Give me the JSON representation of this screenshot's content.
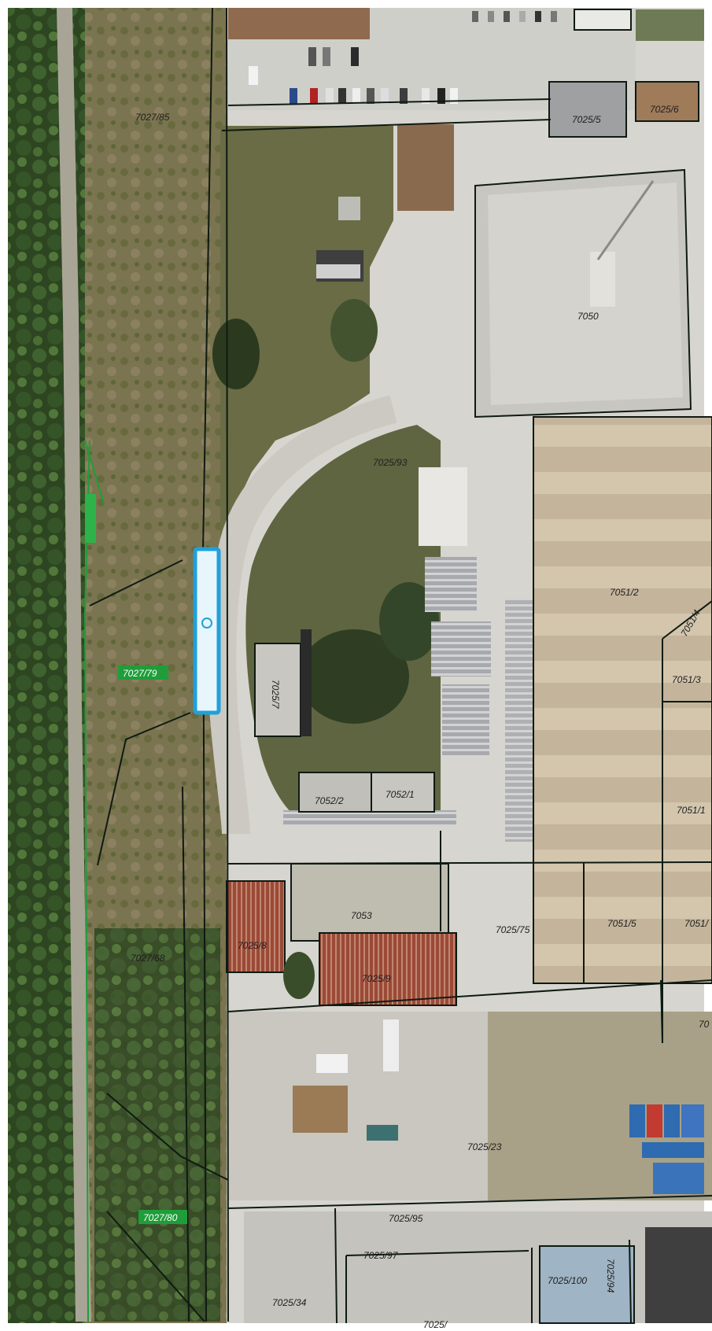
{
  "parcels": {
    "p7027_85": "7027/85",
    "p7025_5": "7025/5",
    "p7025_6": "7025/6",
    "p7050": "7050",
    "p7025_93": "7025/93",
    "p7051_2": "7051/2",
    "p7051_4": "7051/4",
    "p7027_79": "7027/79",
    "p7025_7": "7025/7",
    "p7051_3": "7051/3",
    "p7052_2": "7052/2",
    "p7052_1": "7052/1",
    "p7051_1": "7051/1",
    "p7053": "7053",
    "p7025_75": "7025/75",
    "p7051_5": "7051/5",
    "p7051_6": "7051/",
    "p7025_8": "7025/8",
    "p7025_9": "7025/9",
    "p7027_68": "7027/68",
    "p70_right": "70",
    "p7025_23": "7025/23",
    "p7027_80": "7027/80",
    "p7025_95": "7025/95",
    "p7025_97": "7025/97",
    "p7025_100": "7025/100",
    "p7025_94": "7025/94",
    "p7025_34": "7025/34",
    "p7025_xx": "7025/"
  },
  "colors": {
    "forest": "#2f4a22",
    "meadow": "#7d7552",
    "pavement": "#d9d8d2",
    "roof_grey": "#c9c7c0",
    "roof_brown": "#b9a48a",
    "roof_red": "#9b3a2a",
    "boundary": "#0e1a12",
    "marker_blue": "#1ea1dc",
    "label_green": "#1f9d3a"
  },
  "icons": {
    "marker": "blue-highlight-rectangle"
  }
}
